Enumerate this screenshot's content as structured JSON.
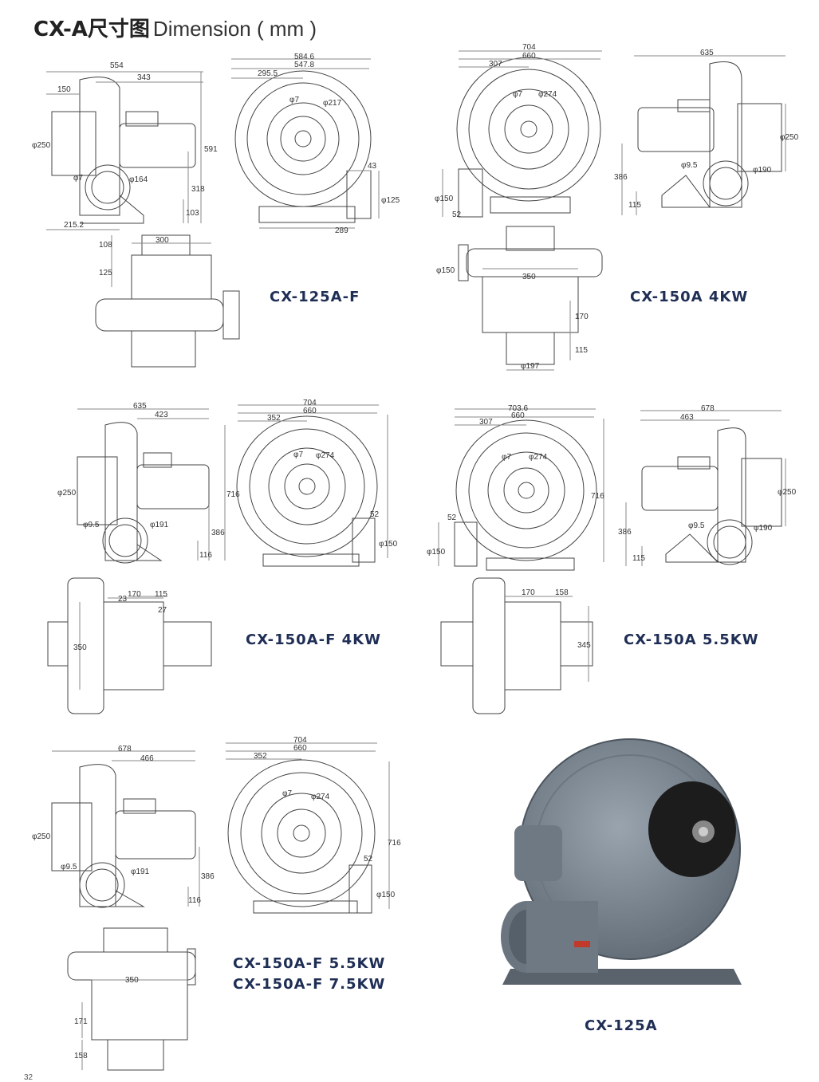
{
  "title": {
    "main": "CX-A尺寸图",
    "sub": "Dimension ( mm )"
  },
  "models": [
    {
      "label": "CX-125A-F",
      "side": {
        "d": [
          "554",
          "343",
          "150",
          "591",
          "318",
          "103",
          "215.2"
        ],
        "phi": [
          "φ250",
          "φ7",
          "φ164"
        ]
      },
      "front": {
        "d": [
          "584.6",
          "547.8",
          "295.5",
          "43",
          "289"
        ],
        "phi": [
          "φ7",
          "φ217",
          "φ125"
        ]
      },
      "top": {
        "d": [
          "300",
          "108",
          "125"
        ]
      }
    },
    {
      "label": "CX-150A 4KW",
      "front": {
        "d": [
          "704",
          "660",
          "307",
          "52"
        ],
        "phi": [
          "φ7",
          "φ274",
          "φ150"
        ]
      },
      "side": {
        "d": [
          "635",
          "386",
          "115"
        ],
        "phi": [
          "φ250",
          "φ9.5",
          "φ190"
        ]
      },
      "top": {
        "d": [
          "350",
          "170",
          "115"
        ],
        "phi": [
          "φ150",
          "φ197"
        ]
      }
    },
    {
      "label": "CX-150A-F 4KW",
      "side": {
        "d": [
          "635",
          "423",
          "716",
          "386",
          "116"
        ],
        "phi": [
          "φ250",
          "φ9.5",
          "φ191"
        ]
      },
      "front": {
        "d": [
          "704",
          "660",
          "352",
          "52"
        ],
        "phi": [
          "φ7",
          "φ274",
          "φ150"
        ]
      },
      "top": {
        "d": [
          "23",
          "170",
          "115",
          "27",
          "350"
        ]
      }
    },
    {
      "label": "CX-150A 5.5KW",
      "front": {
        "d": [
          "703.6",
          "660",
          "307",
          "716",
          "52"
        ],
        "phi": [
          "φ7",
          "φ274",
          "φ150"
        ]
      },
      "side": {
        "d": [
          "678",
          "463",
          "386",
          "115"
        ],
        "phi": [
          "φ250",
          "φ9.5",
          "φ190"
        ]
      },
      "top": {
        "d": [
          "170",
          "158",
          "345"
        ]
      }
    },
    {
      "label": "CX-150A-F 5.5KW",
      "label2": "CX-150A-F 7.5KW",
      "side": {
        "d": [
          "678",
          "466",
          "386",
          "116"
        ],
        "phi": [
          "φ250",
          "φ9.5",
          "φ191"
        ]
      },
      "front": {
        "d": [
          "704",
          "660",
          "352",
          "716",
          "52"
        ],
        "phi": [
          "φ7",
          "φ274",
          "φ150"
        ]
      },
      "top": {
        "d": [
          "350",
          "171",
          "158"
        ]
      }
    }
  ],
  "photo": {
    "label": "CX-125A",
    "body_color": "#7a8590",
    "impeller_color": "#1c1c1c"
  },
  "page_number": "32"
}
